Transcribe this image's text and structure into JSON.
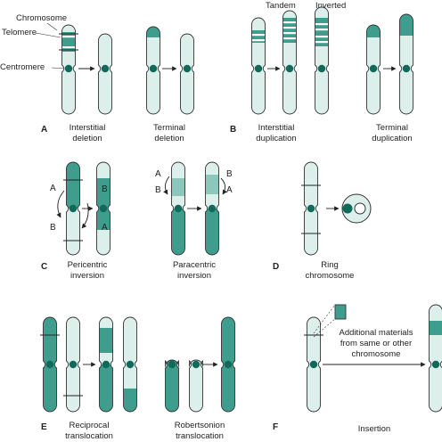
{
  "colors": {
    "dark": "#3f9d8d",
    "light": "#dcefeb",
    "outline": "#333333",
    "centromere": "#0f6a5c"
  },
  "labels": {
    "chromosome": "Chromosome",
    "telomere": "Telomere",
    "centromere": "Centromere",
    "tandem": "Tandem",
    "inverted": "Inverted",
    "additional_1": "Additional materials",
    "additional_2": "from same or other",
    "additional_3": "chromosome"
  },
  "panels": [
    {
      "letter": "A",
      "left_title": [
        "Interstitial",
        "deletion"
      ],
      "right_title": [
        "Terminal",
        "deletion"
      ]
    },
    {
      "letter": "B",
      "left_title": [
        "Interstitial",
        "duplication"
      ],
      "right_title": [
        "Terminal",
        "duplication"
      ]
    },
    {
      "letter": "C",
      "left_title": [
        "Pericentric",
        "inversion"
      ],
      "right_title": [
        "Paracentric",
        "inversion"
      ]
    },
    {
      "letter": "D",
      "left_title": [
        "Ring",
        "chromosome"
      ]
    },
    {
      "letter": "E",
      "left_title": [
        "Reciprocal",
        "translocation"
      ],
      "right_title": [
        "Robertsonion",
        "translocation"
      ]
    },
    {
      "letter": "F",
      "left_title": [
        "Insertion"
      ]
    }
  ],
  "arm_letters": {
    "a": "A",
    "b": "B"
  }
}
